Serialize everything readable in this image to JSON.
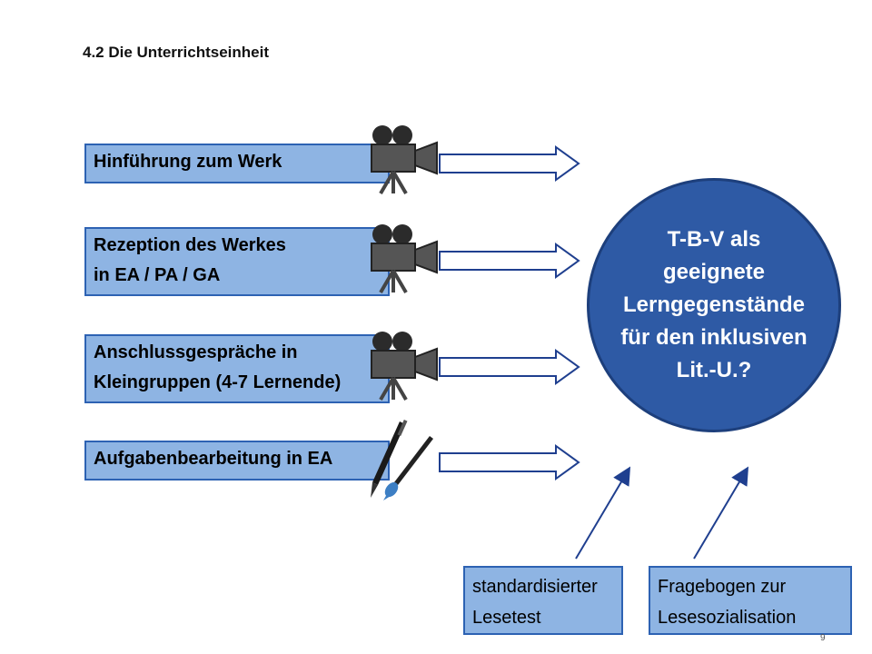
{
  "title": "4.2 Die Unterrichtseinheit",
  "steps": [
    {
      "lines": [
        "Hinführung zum Werk"
      ],
      "icon": "film-camera-icon"
    },
    {
      "lines": [
        "Rezeption des Werkes",
        "in EA / PA / GA"
      ],
      "icon": "film-camera-icon"
    },
    {
      "lines": [
        "Anschlussgespräche in",
        "Kleingruppen (4-7 Lernende)"
      ],
      "icon": "film-camera-icon"
    },
    {
      "lines": [
        "Aufgabenbearbeitung in EA"
      ],
      "icon": "pen-and-brush-icon"
    }
  ],
  "circle": {
    "lines": [
      "T-B-V als",
      "geeignete",
      "Lerngegenstände",
      "für den inklusiven",
      "Lit.-U.?"
    ]
  },
  "sources": [
    {
      "lines": [
        "standardisierter",
        "Lesetest"
      ]
    },
    {
      "lines": [
        "Fragebogen zur",
        "Lesesozialisation"
      ]
    }
  ],
  "page_number": "9",
  "colors": {
    "box_fill": "#8eb4e3",
    "box_border": "#2d62b3",
    "circle_fill": "#2e5aa5",
    "arrow_stroke": "#1f3f8f"
  }
}
